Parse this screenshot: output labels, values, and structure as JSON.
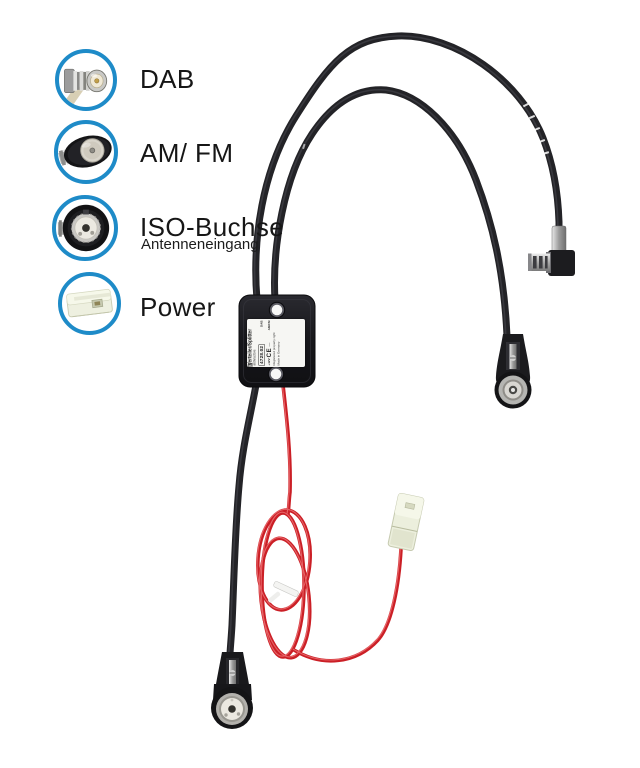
{
  "product": {
    "callouts": [
      {
        "id": "dab",
        "label": "DAB"
      },
      {
        "id": "am-fm",
        "label": "AM/ FM"
      },
      {
        "id": "iso",
        "label": "ISO-Buchse",
        "sublabel": "Antenneneingang"
      },
      {
        "id": "power",
        "label": "Power"
      }
    ],
    "splitter_label": {
      "title": "Verteiler/Splitter",
      "subtitle": "aktiv/active",
      "part_number": "4728.02",
      "port_dab": "DAB",
      "port_amfm": "AM/FM",
      "power_marking": "+12V",
      "ce_mark": "CE",
      "dash": "—",
      "note_line1": "Registered property right",
      "note_line2": "Made in Germany"
    },
    "colors": {
      "callout_ring_blue": "#1e8bc8",
      "cable_black": "#232327",
      "wire_red": "#cb1f26",
      "power_connector_cream": "#ecefdd",
      "splitter_box_dark": "#1b1b1f",
      "label_white": "#f6f6f3"
    }
  }
}
